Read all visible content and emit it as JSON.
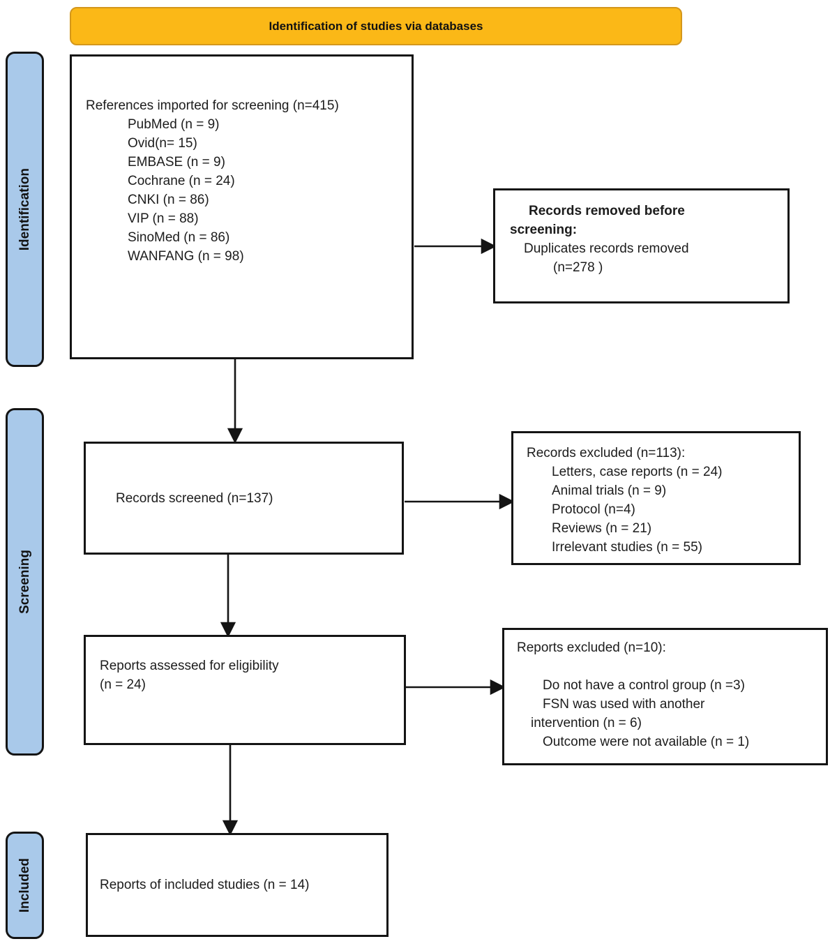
{
  "banner": {
    "title": "Identification of studies via databases"
  },
  "sidebar": {
    "identification": "Identification",
    "screening": "Screening",
    "included": "Included"
  },
  "boxes": {
    "imported": {
      "heading": "References imported for screening (n=415)",
      "items": [
        "PubMed (n = 9)",
        "Ovid(n= 15)",
        "EMBASE (n = 9)",
        "Cochrane (n = 24)",
        "CNKI (n = 86)",
        "VIP (n = 88)",
        "SinoMed (n = 86)",
        "WANFANG (n = 98)"
      ]
    },
    "removed_before_screening": {
      "heading_line1": "Records removed before",
      "heading_line2": "screening:",
      "detail": "Duplicates records removed",
      "count": "(n=278 )"
    },
    "records_screened": {
      "label": "Records screened (n=137)"
    },
    "records_excluded": {
      "heading": "Records excluded (n=113):",
      "items": [
        "Letters, case reports (n = 24)",
        "Animal trials (n = 9)",
        "Protocol (n=4)",
        "Reviews (n = 21)",
        "Irrelevant studies (n = 55)"
      ]
    },
    "reports_assessed": {
      "line1": "Reports assessed for eligibility",
      "line2": "(n = 24)"
    },
    "reports_excluded": {
      "heading": "Reports excluded (n=10):",
      "lines": [
        "Do not have a control group (n =3)",
        "FSN was used with another",
        "intervention (n = 6)",
        "Outcome were not available (n = 1)"
      ]
    },
    "included_studies": {
      "label": "Reports of included studies (n = 14)"
    }
  },
  "colors": {
    "banner_fill": "#FBB817",
    "banner_border": "#D4971B",
    "stage_fill": "#A9C9EA",
    "box_border": "#141414",
    "arrow": "#141414"
  }
}
